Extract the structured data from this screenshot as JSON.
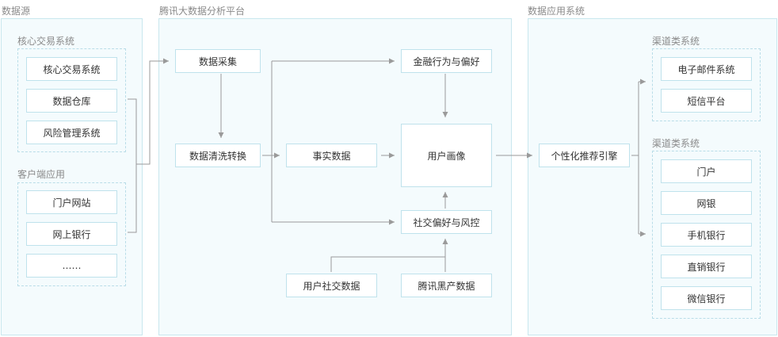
{
  "sections": {
    "source": {
      "title": "数据源"
    },
    "platform": {
      "title": "腾讯大数据分析平台"
    },
    "application": {
      "title": "数据应用系统"
    }
  },
  "source": {
    "group_core": {
      "title": "核心交易系统",
      "items": [
        "核心交易系统",
        "数据仓库",
        "风险管理系统"
      ]
    },
    "group_client": {
      "title": "客户端应用",
      "items": [
        "门户网站",
        "网上银行",
        "……"
      ]
    }
  },
  "platform": {
    "collect": "数据采集",
    "clean": "数据清洗转换",
    "fact": "事实数据",
    "finance": "金融行为与偏好",
    "portrait": "用户画像",
    "social_pref": "社交偏好与风控",
    "social_data": "用户社交数据",
    "blackmarket": "腾讯黑产数据"
  },
  "application": {
    "engine": "个性化推荐引擎",
    "group_a": {
      "title": "渠道类系统",
      "items": [
        "电子邮件系统",
        "短信平台"
      ]
    },
    "group_b": {
      "title": "渠道类系统",
      "items": [
        "门户",
        "网银",
        "手机银行",
        "直销银行",
        "微信银行"
      ]
    }
  },
  "colors": {
    "panel_bg": "#f4fbfd",
    "border": "#bfe2ec",
    "line": "#9a9a9a"
  }
}
